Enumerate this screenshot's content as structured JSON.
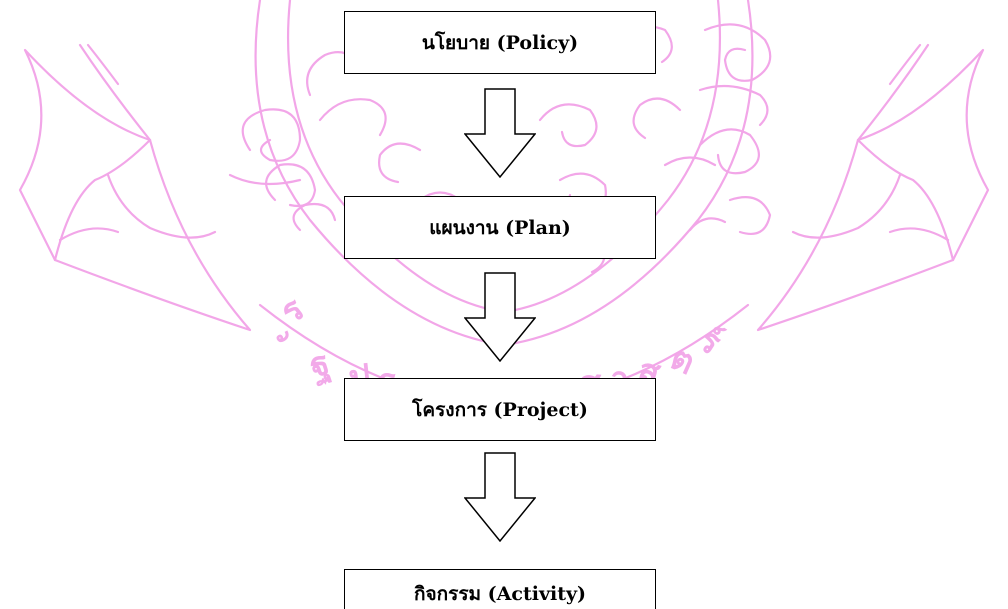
{
  "diagram": {
    "nodes": [
      {
        "id": "policy",
        "label": "นโยบาย (Policy)"
      },
      {
        "id": "plan",
        "label": "แผนงาน (Plan)"
      },
      {
        "id": "project",
        "label": "โครงการ (Project)"
      },
      {
        "id": "activity",
        "label": "กิจกรรม (Activity)"
      }
    ],
    "edges": [
      {
        "from": "policy",
        "to": "plan"
      },
      {
        "from": "plan",
        "to": "project"
      },
      {
        "from": "project",
        "to": "activity"
      }
    ]
  },
  "colors": {
    "watermark": "#f2a6e8",
    "box_border": "#000000",
    "text": "#000000"
  }
}
